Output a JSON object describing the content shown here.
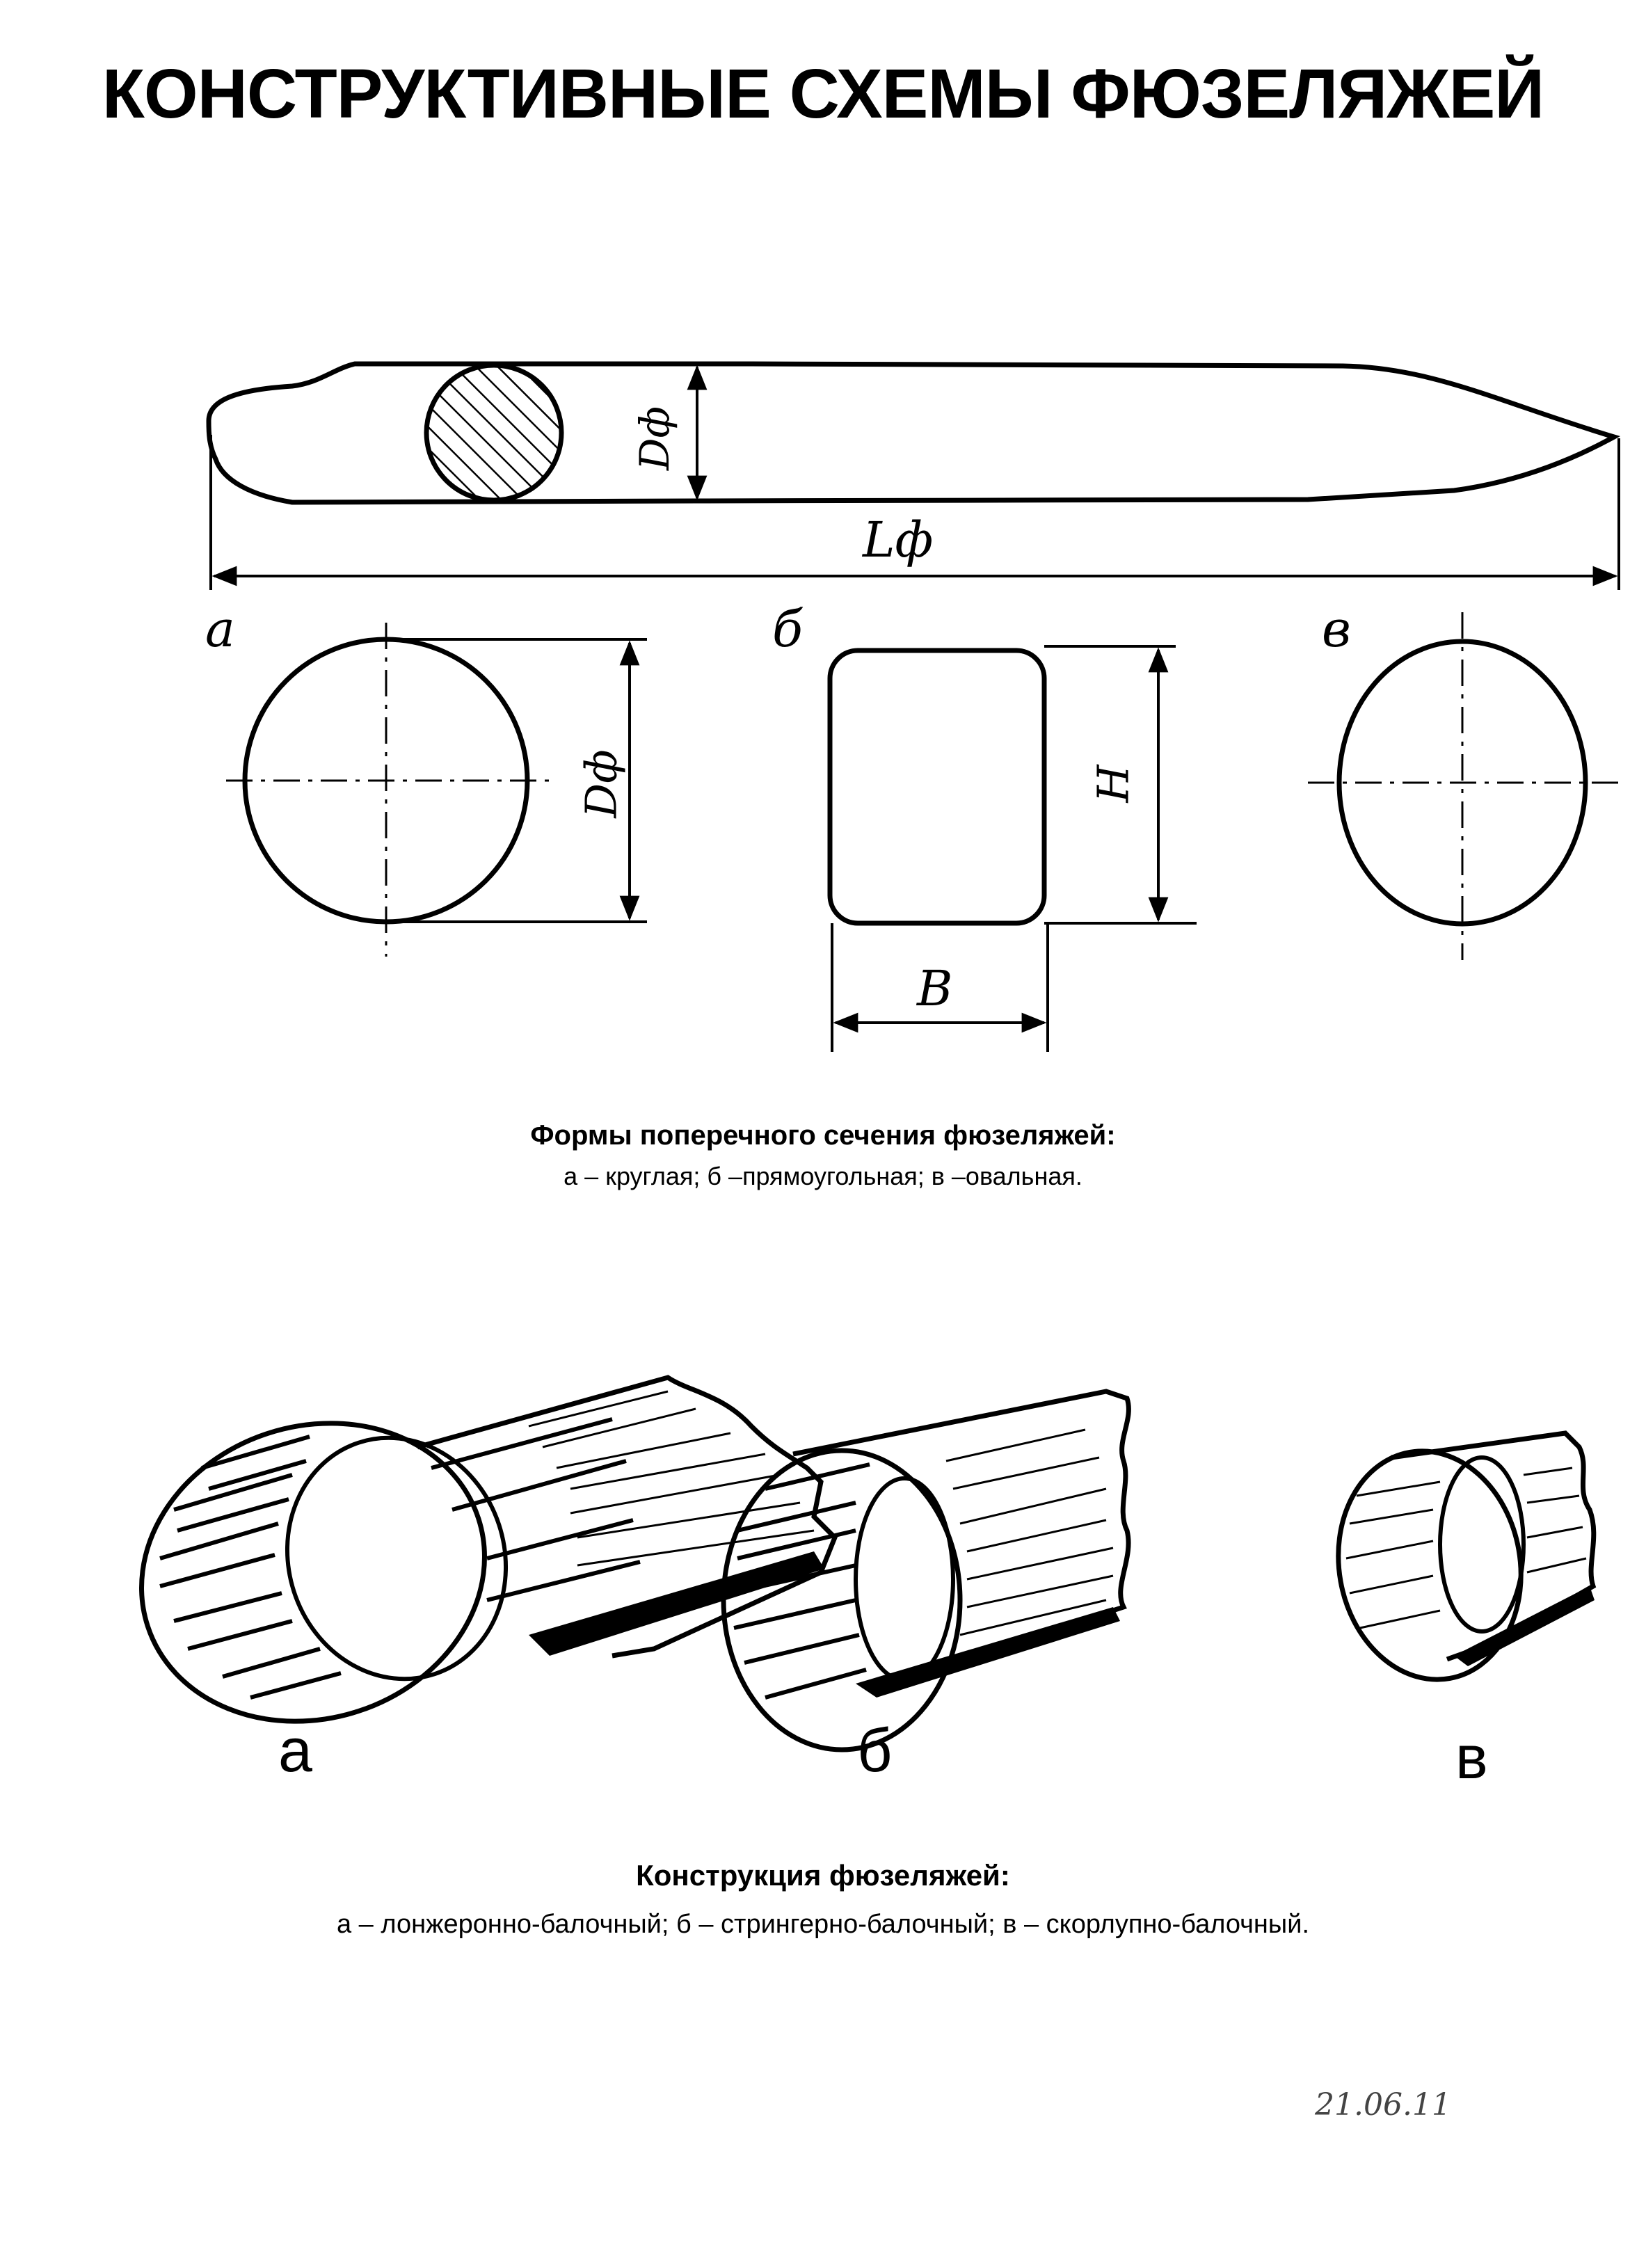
{
  "title": "КОНСТРУКТИВНЫЕ СХЕМЫ ФЮЗЕЛЯЖЕЙ",
  "top_diagram": {
    "diameter_label": "Dф",
    "length_label": "Lф"
  },
  "cross_sections": {
    "items": [
      {
        "letter": "а",
        "dim_label": "Dф"
      },
      {
        "letter": "б",
        "height_label": "H",
        "width_label": "B"
      },
      {
        "letter": "в"
      }
    ],
    "caption_title": "Формы поперечного сечения фюзеляжей:",
    "caption_text": "а – круглая; б –прямоугольная; в  –овальная."
  },
  "constructions": {
    "items": [
      {
        "letter": "а"
      },
      {
        "letter": "б"
      },
      {
        "letter": "в"
      }
    ],
    "caption_title": "Конструкция фюзеляжей:",
    "caption_text": "а – лонжеронно-балочный; б – стрингерно-балочный; в – скорлупно-балочный."
  },
  "signature": "21.06.11"
}
